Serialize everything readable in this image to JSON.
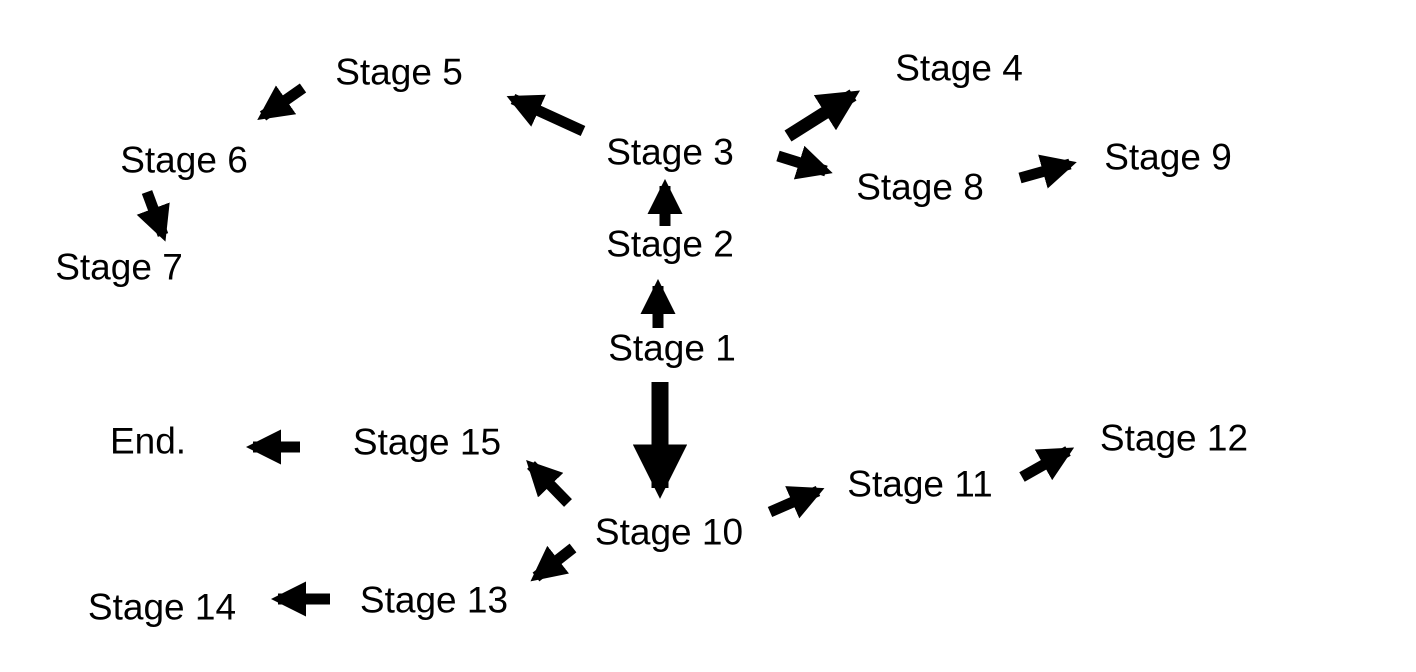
{
  "diagram": {
    "type": "flowchart",
    "background": "#ffffff",
    "arrow_color": "#000000",
    "text_color": "#000000"
  },
  "nodes": {
    "stage1": {
      "label": "Stage 1"
    },
    "stage2": {
      "label": "Stage 2"
    },
    "stage3": {
      "label": "Stage 3"
    },
    "stage4": {
      "label": "Stage 4"
    },
    "stage5": {
      "label": "Stage 5"
    },
    "stage6": {
      "label": "Stage 6"
    },
    "stage7": {
      "label": "Stage 7"
    },
    "stage8": {
      "label": "Stage 8"
    },
    "stage9": {
      "label": "Stage 9"
    },
    "stage10": {
      "label": "Stage 10"
    },
    "stage11": {
      "label": "Stage 11"
    },
    "stage12": {
      "label": "Stage 12"
    },
    "stage13": {
      "label": "Stage 13"
    },
    "stage14": {
      "label": "Stage 14"
    },
    "stage15": {
      "label": "Stage 15"
    },
    "end": {
      "label": "End."
    }
  },
  "edges": [
    {
      "from": "Stage 1",
      "to": "Stage 2"
    },
    {
      "from": "Stage 2",
      "to": "Stage 3"
    },
    {
      "from": "Stage 3",
      "to": "Stage 5"
    },
    {
      "from": "Stage 5",
      "to": "Stage 6"
    },
    {
      "from": "Stage 6",
      "to": "Stage 7"
    },
    {
      "from": "Stage 3",
      "to": "Stage 4"
    },
    {
      "from": "Stage 3",
      "to": "Stage 8"
    },
    {
      "from": "Stage 8",
      "to": "Stage 9"
    },
    {
      "from": "Stage 1",
      "to": "Stage 10"
    },
    {
      "from": "Stage 10",
      "to": "Stage 15"
    },
    {
      "from": "Stage 15",
      "to": "End."
    },
    {
      "from": "Stage 10",
      "to": "Stage 11"
    },
    {
      "from": "Stage 11",
      "to": "Stage 12"
    },
    {
      "from": "Stage 10",
      "to": "Stage 13"
    },
    {
      "from": "Stage 13",
      "to": "Stage 14"
    }
  ]
}
